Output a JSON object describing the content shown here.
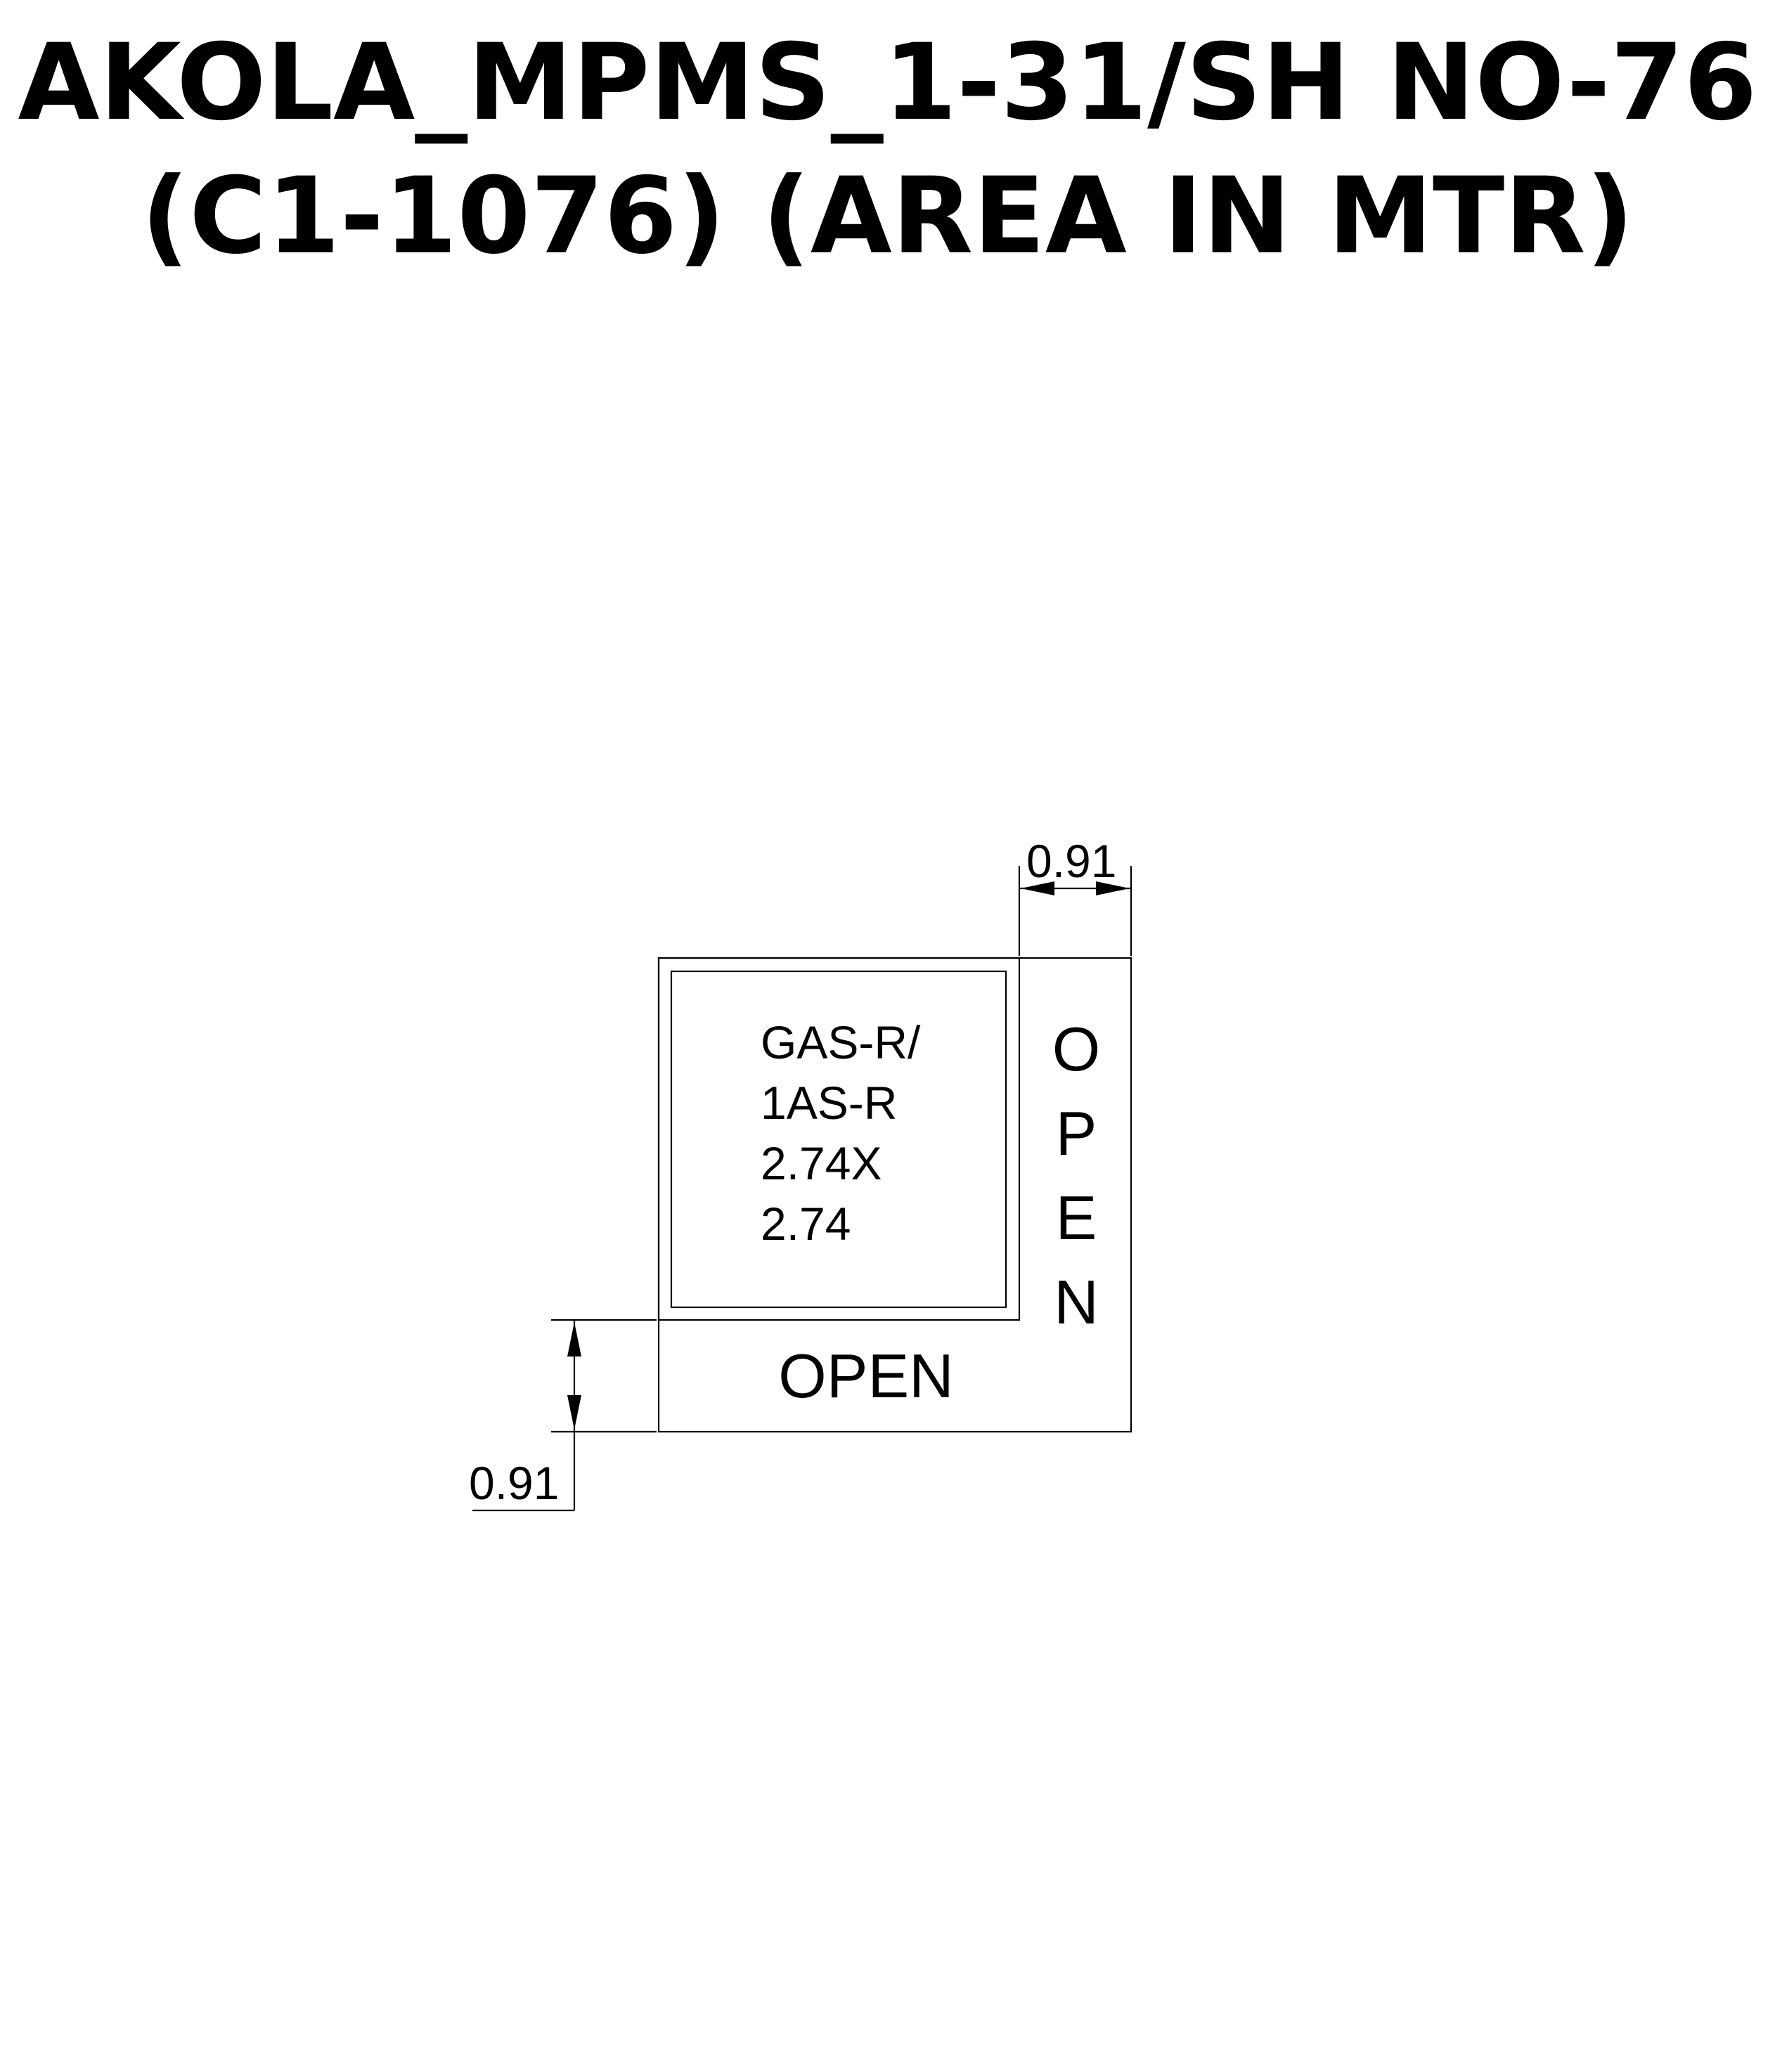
{
  "title": {
    "line1": "AKOLA_MPMS_1-31/SH NO-76",
    "line2": "(C1-1076) (AREA IN MTR)"
  },
  "plot": {
    "room_lines": [
      "GAS-R/",
      "1AS-R",
      "2.74X",
      "2.74"
    ],
    "open_right_letters": [
      "O",
      "P",
      "E",
      "N"
    ],
    "open_bottom": "OPEN"
  },
  "dimensions": {
    "top": "0.91",
    "left": "0.91"
  }
}
